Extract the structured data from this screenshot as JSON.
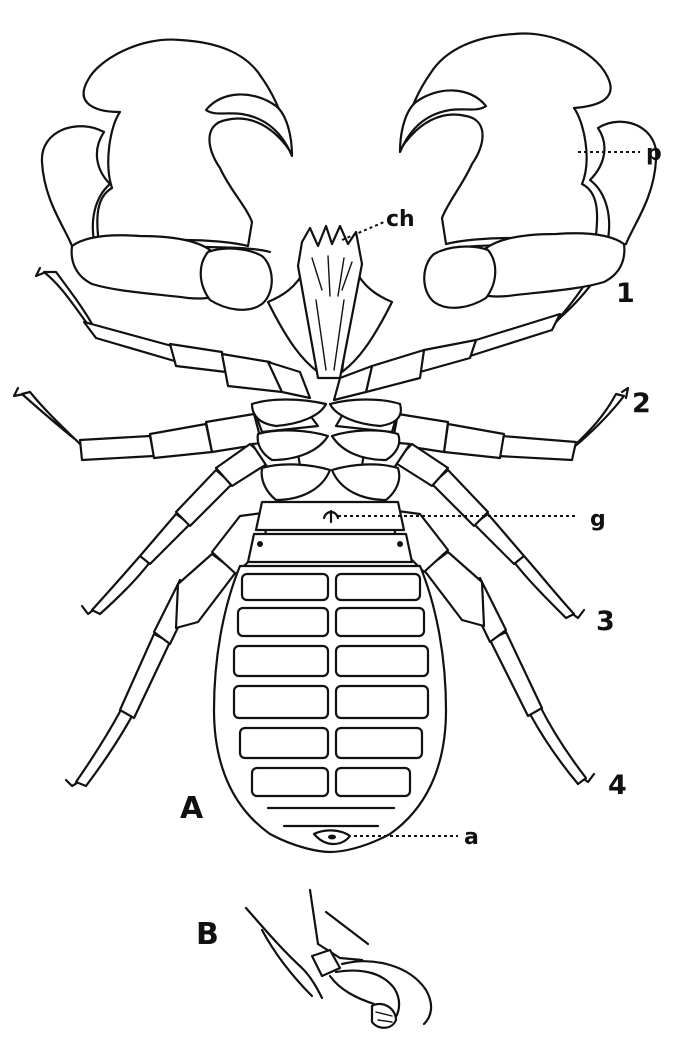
{
  "labels": {
    "p": "p",
    "ch": "ch",
    "g": "g",
    "a": "a",
    "leg1": "1",
    "leg2": "2",
    "leg3": "3",
    "leg4": "4",
    "figA": "A",
    "figB": "B"
  },
  "colors": {
    "ink": "#111111",
    "paper": "#ffffff"
  }
}
